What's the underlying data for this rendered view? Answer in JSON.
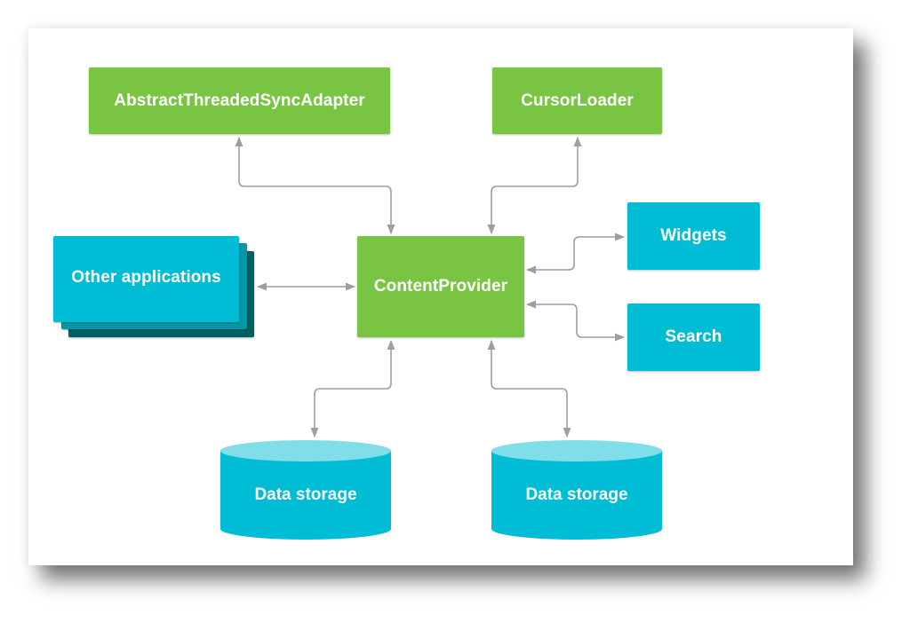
{
  "colors": {
    "green": "#7AC443",
    "cyan": "#00BCD4",
    "cyan_top": "#80DEEA",
    "stack_mid": "#0097A7",
    "stack_back": "#006064",
    "connector": "#9E9E9E"
  },
  "nodes": {
    "sync_adapter": "AbstractThreadedSyncAdapter",
    "cursor_loader": "CursorLoader",
    "other_apps": "Other applications",
    "content_provider": "ContentProvider",
    "widgets": "Widgets",
    "search": "Search",
    "storage_left": "Data storage",
    "storage_right": "Data storage"
  },
  "edges": [
    {
      "from": "content_provider",
      "to": "sync_adapter",
      "direction": "both"
    },
    {
      "from": "content_provider",
      "to": "cursor_loader",
      "direction": "both"
    },
    {
      "from": "content_provider",
      "to": "other_apps",
      "direction": "both"
    },
    {
      "from": "content_provider",
      "to": "widgets",
      "direction": "both"
    },
    {
      "from": "content_provider",
      "to": "search",
      "direction": "both"
    },
    {
      "from": "content_provider",
      "to": "storage_left",
      "direction": "both"
    },
    {
      "from": "content_provider",
      "to": "storage_right",
      "direction": "both"
    }
  ]
}
